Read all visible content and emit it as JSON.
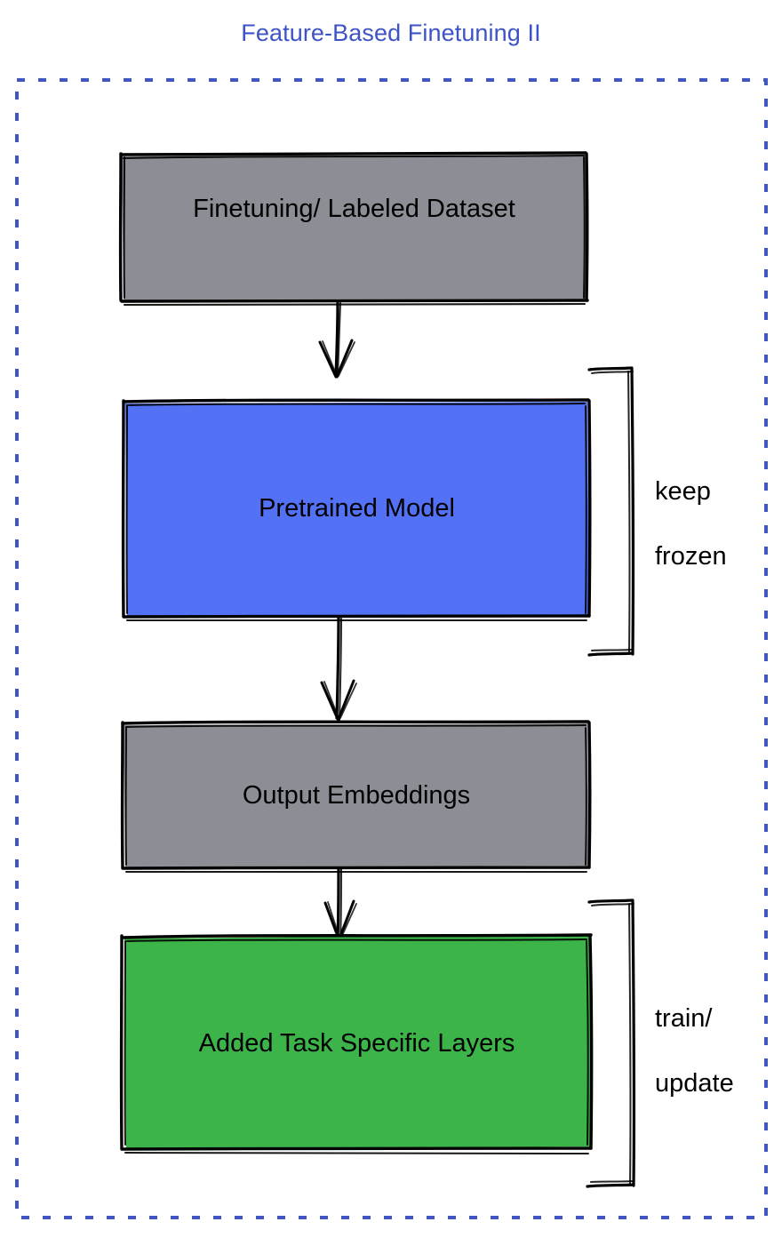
{
  "title": "Feature-Based Finetuning II",
  "colors": {
    "title": "#3d53c7",
    "frame_dashed": "#4056c0",
    "gray_fill": "#8b8e94",
    "blue_fill": "#5271f5",
    "green_fill": "#3cb44a",
    "stroke": "#000000",
    "text": "#000000",
    "background": "#ffffff"
  },
  "frame": {
    "name": "dashed-outer-frame",
    "style": "dashed",
    "color": "#4056c0"
  },
  "nodes": [
    {
      "id": "finetuning-dataset",
      "label": "Finetuning/ Labeled Dataset",
      "fill": "#8b8e94",
      "shape": "rectangle"
    },
    {
      "id": "pretrained-model",
      "label": "Pretrained Model",
      "fill": "#5271f5",
      "shape": "rectangle"
    },
    {
      "id": "output-embeddings",
      "label": "Output Embeddings",
      "fill": "#8b8e94",
      "shape": "rectangle"
    },
    {
      "id": "added-task-specific-layers",
      "label": "Added Task Specific Layers",
      "fill": "#3cb44a",
      "shape": "rectangle"
    }
  ],
  "arrows": [
    {
      "id": "arrow-dataset-to-model",
      "from": "finetuning-dataset",
      "to": "pretrained-model"
    },
    {
      "id": "arrow-model-to-embeddings",
      "from": "pretrained-model",
      "to": "output-embeddings"
    },
    {
      "id": "arrow-embeddings-to-layers",
      "from": "output-embeddings",
      "to": "added-task-specific-layers"
    }
  ],
  "annotations": [
    {
      "id": "keep-frozen",
      "label": "keep\nfrozen",
      "line1": "keep",
      "line2": "frozen",
      "target": "pretrained-model"
    },
    {
      "id": "train-update",
      "label": "train/\nupdate",
      "line1": "train/",
      "line2": "update",
      "target": "added-task-specific-layers"
    }
  ]
}
